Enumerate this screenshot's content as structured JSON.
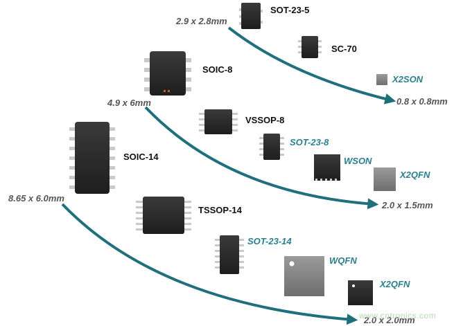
{
  "labels": {
    "sot23_5": "SOT-23-5",
    "sc70": "SC-70",
    "x2son": "X2SON",
    "soic8": "SOIC-8",
    "vssop8": "VSSOP-8",
    "sot23_8": "SOT-23-8",
    "wson": "WSON",
    "x2qfn_a": "X2QFN",
    "soic14": "SOIC-14",
    "tssop14": "TSSOP-14",
    "sot23_14": "SOT-23-14",
    "wqfn": "WQFN",
    "x2qfn_b": "X2QFN"
  },
  "dims": {
    "row1_start": "2.9 x 2.8mm",
    "row1_end": "0.8 x 0.8mm",
    "row2_start": "4.9 x 6mm",
    "row2_end": "2.0 x 1.5mm",
    "row3_start": "8.65 x 6.0mm",
    "row3_end": "2.0 x 2.0mm"
  },
  "watermark": "www.cntronics.com",
  "colors": {
    "arrow": "#1f6f7c",
    "label_teal": "#2a7f8e",
    "chip_body": "#2e2e2e",
    "pin": "#c9c9c9"
  }
}
